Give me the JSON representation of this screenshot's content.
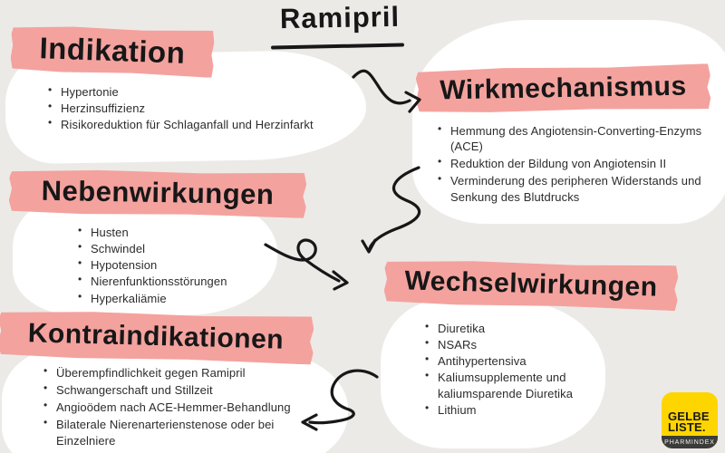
{
  "page": {
    "title": "Ramipril"
  },
  "sections": [
    {
      "id": "indikation",
      "heading": "Indikation",
      "items": [
        "Hypertonie",
        "Herzinsuffizienz",
        "Risikoreduktion für Schlaganfall und Herzinfarkt"
      ]
    },
    {
      "id": "wirkmechanismus",
      "heading": "Wirkmechanismus",
      "items": [
        "Hemmung des Angiotensin-Converting-Enzyms (ACE)",
        "Reduktion der Bildung von Angiotensin II",
        "Verminderung des peripheren Widerstands und Senkung des Blutdrucks"
      ]
    },
    {
      "id": "nebenwirkungen",
      "heading": "Nebenwirkungen",
      "items": [
        "Husten",
        "Schwindel",
        "Hypotension",
        "Nierenfunktionsstörungen",
        "Hyperkaliämie"
      ]
    },
    {
      "id": "wechselwirkungen",
      "heading": "Wechselwirkungen",
      "items": [
        "Diuretika",
        "NSARs",
        "Antihypertensiva",
        "Kaliumsupplemente und kaliumsparende Diuretika",
        "Lithium"
      ]
    },
    {
      "id": "kontraindikationen",
      "heading": "Kontraindikationen",
      "items": [
        "Überempfindlichkeit gegen Ramipril",
        "Schwangerschaft und Stillzeit",
        "Angioödem nach ACE-Hemmer-Behandlung",
        "Bilaterale Nierenarterienstenose oder bei Einzelniere"
      ]
    }
  ],
  "logo": {
    "line1": "GELBE",
    "line2": "LISTE.",
    "tagline": "PHARMINDEX"
  },
  "colors": {
    "background": "#eceae7",
    "tape_pink": "#f4a29e",
    "ink": "#171717",
    "body_text": "#2c2c2c",
    "blob_white": "#ffffff",
    "logo_yellow": "#ffd500",
    "logo_dark": "#3b3b3a"
  }
}
